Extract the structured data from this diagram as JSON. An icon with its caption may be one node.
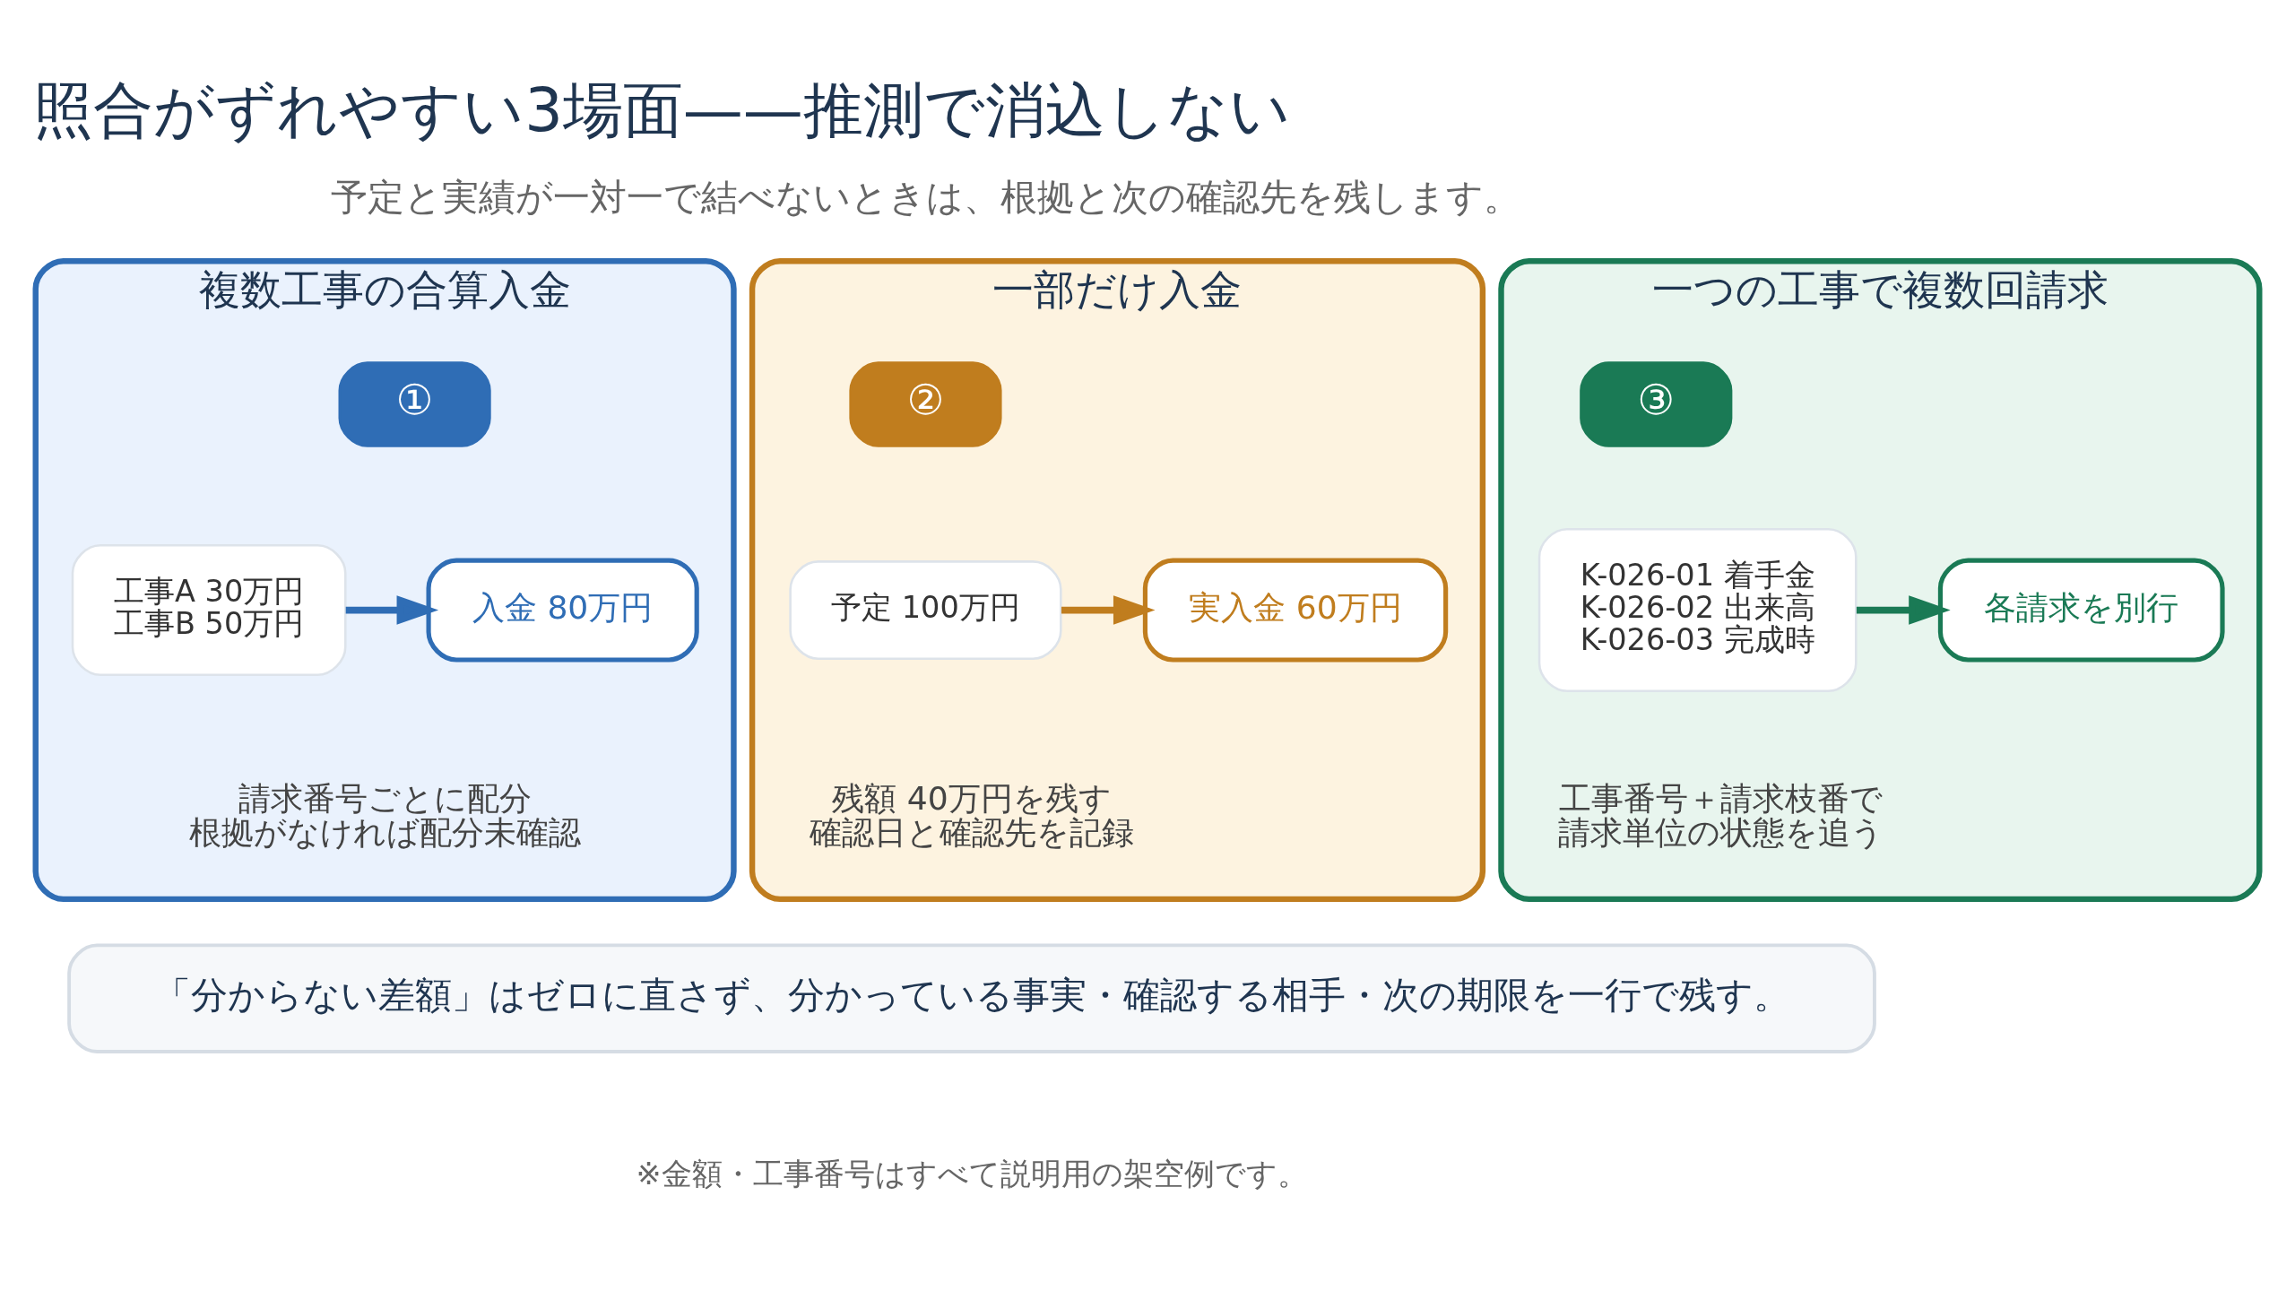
{
  "diagram": {
    "title": "照合がずれやすい3場面——推測で消込しない",
    "nodes": [
      {
        "text": [
          "複数工事の合算入金",
          "請求番号ごとに配分",
          "根拠がなければ配分未確認"
        ]
      },
      {
        "text": [
          "①"
        ],
        "in": 0
      },
      {
        "text": [
          "工事A 30万円",
          "工事B 50万円"
        ],
        "in": 0
      },
      {
        "text": [
          "入金 80万円"
        ],
        "in": 0
      },
      {
        "text": [
          "一部だけ入金",
          "残額 40万円を残す",
          "確認日と確認先を記録"
        ]
      },
      {
        "text": [
          "②"
        ],
        "in": 4
      },
      {
        "text": [
          "予定 100万円"
        ],
        "in": 4
      },
      {
        "text": [
          "実入金 60万円"
        ],
        "in": 4
      },
      {
        "text": [
          "一つの工事で複数回請求",
          "工事番号＋請求枝番で",
          "請求単位の状態を追う"
        ]
      },
      {
        "text": [
          "③"
        ],
        "in": 8
      },
      {
        "text": [
          "K-026-01 着手金",
          "K-026-02 出来高",
          "K-026-03 完成時"
        ],
        "in": 8
      },
      {
        "text": [
          "各請求を別行"
        ],
        "in": 8
      },
      {
        "text": [
          "「分からない差額」はゼロに直さず、分かっている事実・確認する相手・次の期限を一行で残す。"
        ]
      }
    ],
    "edges": [
      {
        "from": 2,
        "to": 3,
        "arrow": "to",
        "color": "#2f6db5"
      },
      {
        "from": 6,
        "to": 7,
        "arrow": "to",
        "color": "#c07d1e"
      },
      {
        "from": 10,
        "to": 11,
        "arrow": "to",
        "color": "#1a7a55"
      }
    ],
    "labels": [
      "予定と実績が一対一で結べないときは、根拠と次の確認先を残します。",
      "※金額・工事番号はすべて説明用の架空例です。"
    ]
  }
}
